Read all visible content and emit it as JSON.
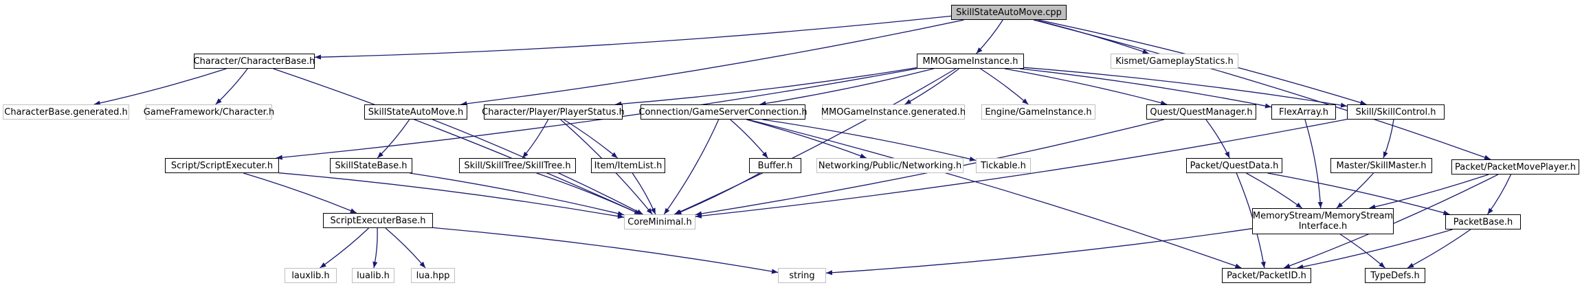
{
  "graph": {
    "nodes": [
      {
        "id": "root",
        "label": "SkillStateAutoMove.cpp",
        "kind": "root"
      },
      {
        "id": "charbase",
        "label": "Character/CharacterBase.h",
        "kind": "doc"
      },
      {
        "id": "mmogi",
        "label": "MMOGameInstance.h",
        "kind": "doc"
      },
      {
        "id": "kismet",
        "label": "Kismet/GameplayStatics.h",
        "kind": "ext"
      },
      {
        "id": "charbasegen",
        "label": "CharacterBase.generated.h",
        "kind": "ext"
      },
      {
        "id": "gfchar",
        "label": "GameFramework/Character.h",
        "kind": "ext"
      },
      {
        "id": "ssam",
        "label": "SkillStateAutoMove.h",
        "kind": "doc"
      },
      {
        "id": "playerstatus",
        "label": "Character/Player/PlayerStatus.h",
        "kind": "doc"
      },
      {
        "id": "gsconn",
        "label": "Connection/GameServerConnection.h",
        "kind": "doc"
      },
      {
        "id": "mmogigen",
        "label": "MMOGameInstance.generated.h",
        "kind": "ext"
      },
      {
        "id": "enginegi",
        "label": "Engine/GameInstance.h",
        "kind": "ext"
      },
      {
        "id": "questmgr",
        "label": "Quest/QuestManager.h",
        "kind": "doc"
      },
      {
        "id": "flexarray",
        "label": "FlexArray.h",
        "kind": "doc"
      },
      {
        "id": "skillcontrol",
        "label": "Skill/SkillControl.h",
        "kind": "doc"
      },
      {
        "id": "packetmove",
        "label": "Packet/PacketMovePlayer.h",
        "kind": "doc"
      },
      {
        "id": "scriptexec",
        "label": "Script/ScriptExecuter.h",
        "kind": "doc"
      },
      {
        "id": "skillstatebase",
        "label": "SkillStateBase.h",
        "kind": "doc"
      },
      {
        "id": "skilltree",
        "label": "Skill/SkillTree/SkillTree.h",
        "kind": "doc"
      },
      {
        "id": "itemlist",
        "label": "Item/ItemList.h",
        "kind": "doc"
      },
      {
        "id": "buffer",
        "label": "Buffer.h",
        "kind": "doc"
      },
      {
        "id": "networking",
        "label": "Networking/Public/Networking.h",
        "kind": "ext"
      },
      {
        "id": "tickable",
        "label": "Tickable.h",
        "kind": "ext"
      },
      {
        "id": "questdata",
        "label": "Packet/QuestData.h",
        "kind": "doc"
      },
      {
        "id": "skillmaster",
        "label": "Master/SkillMaster.h",
        "kind": "doc"
      },
      {
        "id": "coremin",
        "label": "CoreMinimal.h",
        "kind": "ext"
      },
      {
        "id": "scriptexecbase",
        "label": "ScriptExecuterBase.h",
        "kind": "doc"
      },
      {
        "id": "memstream",
        "label": "MemoryStream/MemoryStream\nInterface.h",
        "kind": "doc"
      },
      {
        "id": "packetbase",
        "label": "PacketBase.h",
        "kind": "doc"
      },
      {
        "id": "lauxlib",
        "label": "lauxlib.h",
        "kind": "ext"
      },
      {
        "id": "lualib",
        "label": "lualib.h",
        "kind": "ext"
      },
      {
        "id": "luahpp",
        "label": "lua.hpp",
        "kind": "ext"
      },
      {
        "id": "string",
        "label": "string",
        "kind": "ext"
      },
      {
        "id": "packetid",
        "label": "Packet/PacketID.h",
        "kind": "doc"
      },
      {
        "id": "typedefs",
        "label": "TypeDefs.h",
        "kind": "doc"
      }
    ],
    "edges": [
      [
        "root",
        "charbase"
      ],
      [
        "root",
        "mmogi"
      ],
      [
        "root",
        "kismet"
      ],
      [
        "root",
        "ssam"
      ],
      [
        "root",
        "skillcontrol"
      ],
      [
        "root",
        "packetmove"
      ],
      [
        "charbase",
        "charbasegen"
      ],
      [
        "charbase",
        "gfchar"
      ],
      [
        "charbase",
        "coremin"
      ],
      [
        "mmogi",
        "scriptexec"
      ],
      [
        "mmogi",
        "playerstatus"
      ],
      [
        "mmogi",
        "gsconn"
      ],
      [
        "mmogi",
        "mmogigen"
      ],
      [
        "mmogi",
        "enginegi"
      ],
      [
        "mmogi",
        "questmgr"
      ],
      [
        "mmogi",
        "flexarray"
      ],
      [
        "mmogi",
        "skillcontrol"
      ],
      [
        "mmogi",
        "coremin"
      ],
      [
        "ssam",
        "skillstatebase"
      ],
      [
        "ssam",
        "coremin"
      ],
      [
        "playerstatus",
        "skilltree"
      ],
      [
        "playerstatus",
        "itemlist"
      ],
      [
        "playerstatus",
        "coremin"
      ],
      [
        "gsconn",
        "buffer"
      ],
      [
        "gsconn",
        "networking"
      ],
      [
        "gsconn",
        "tickable"
      ],
      [
        "gsconn",
        "coremin"
      ],
      [
        "gsconn",
        "packetid"
      ],
      [
        "questmgr",
        "questdata"
      ],
      [
        "questmgr",
        "coremin"
      ],
      [
        "flexarray",
        "memstream"
      ],
      [
        "skillcontrol",
        "skillmaster"
      ],
      [
        "skillcontrol",
        "coremin"
      ],
      [
        "packetmove",
        "memstream"
      ],
      [
        "packetmove",
        "packetbase"
      ],
      [
        "packetmove",
        "packetid"
      ],
      [
        "scriptexec",
        "scriptexecbase"
      ],
      [
        "scriptexec",
        "coremin"
      ],
      [
        "skillstatebase",
        "coremin"
      ],
      [
        "skilltree",
        "coremin"
      ],
      [
        "itemlist",
        "coremin"
      ],
      [
        "buffer",
        "coremin"
      ],
      [
        "questdata",
        "memstream"
      ],
      [
        "questdata",
        "packetbase"
      ],
      [
        "questdata",
        "packetid"
      ],
      [
        "skillmaster",
        "memstream"
      ],
      [
        "scriptexecbase",
        "lauxlib"
      ],
      [
        "scriptexecbase",
        "lualib"
      ],
      [
        "scriptexecbase",
        "luahpp"
      ],
      [
        "scriptexecbase",
        "string"
      ],
      [
        "memstream",
        "string"
      ],
      [
        "memstream",
        "typedefs"
      ],
      [
        "packetbase",
        "packetid"
      ],
      [
        "packetbase",
        "typedefs"
      ]
    ]
  },
  "colors": {
    "edge": "#191970",
    "external_border": "#bfbfbf",
    "root_fill": "#bfbfbf"
  }
}
